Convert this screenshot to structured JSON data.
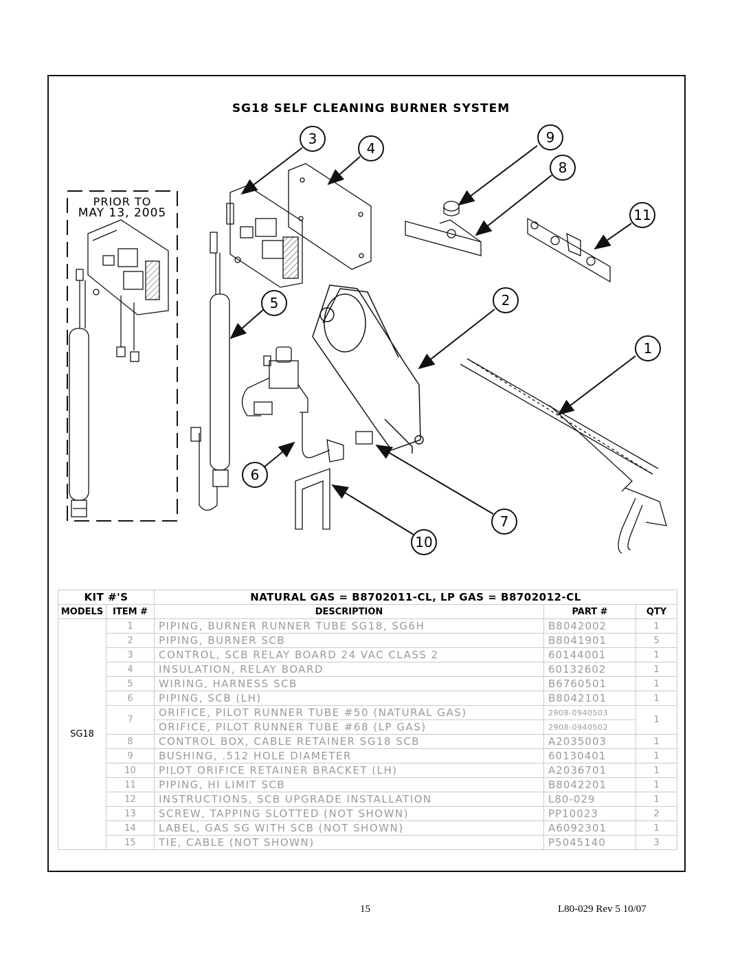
{
  "title": "SG18 SELF CLEANING BURNER SYSTEM",
  "prior_box": {
    "line1": "PRIOR TO",
    "line2": "MAY 13, 2005"
  },
  "callouts": [
    "3",
    "4",
    "9",
    "8",
    "11",
    "5",
    "2",
    "1",
    "6",
    "7",
    "10"
  ],
  "table": {
    "kit_label": "KIT #'S",
    "kit_value": "NATURAL GAS = B8702011-CL, LP GAS = B8702012-CL",
    "headers": {
      "models": "MODELS",
      "item": "ITEM #",
      "description": "DESCRIPTION",
      "part": "PART #",
      "qty": "QTY"
    },
    "model": "SG18",
    "rows": [
      {
        "item": "1",
        "description": "PIPING, BURNER RUNNER TUBE SG18, SG6H",
        "part": "B8042002",
        "qty": "1"
      },
      {
        "item": "2",
        "description": "PIPING, BURNER SCB",
        "part": "B8041901",
        "qty": "5"
      },
      {
        "item": "3",
        "description": "CONTROL, SCB RELAY BOARD 24 VAC CLASS 2",
        "part": "60144001",
        "qty": "1"
      },
      {
        "item": "4",
        "description": "INSULATION, RELAY BOARD",
        "part": "60132602",
        "qty": "1"
      },
      {
        "item": "5",
        "description": "WIRING, HARNESS SCB",
        "part": "B6760501",
        "qty": "1"
      },
      {
        "item": "6",
        "description": "PIPING, SCB (LH)",
        "part": "B8042101",
        "qty": "1"
      },
      {
        "item": "7",
        "description": "ORIFICE, PILOT RUNNER TUBE #50 (NATURAL GAS)",
        "part": "2908-0940503",
        "qty": "1"
      },
      {
        "item": "",
        "description": "ORIFICE, PILOT RUNNER TUBE #68 (LP GAS)",
        "part": "2908-0940502",
        "qty": ""
      },
      {
        "item": "8",
        "description": "CONTROL BOX, CABLE RETAINER SG18 SCB",
        "part": "A2035003",
        "qty": "1"
      },
      {
        "item": "9",
        "description": "BUSHING, .512 HOLE DIAMETER",
        "part": "60130401",
        "qty": "1"
      },
      {
        "item": "10",
        "description": "PILOT ORIFICE RETAINER BRACKET (LH)",
        "part": "A2036701",
        "qty": "1"
      },
      {
        "item": "11",
        "description": "PIPING, HI LIMIT SCB",
        "part": "B8042201",
        "qty": "1"
      },
      {
        "item": "12",
        "description": "INSTRUCTIONS, SCB UPGRADE INSTALLATION",
        "part": "L80-029",
        "qty": "1"
      },
      {
        "item": "13",
        "description": "SCREW, TAPPING SLOTTED (NOT SHOWN)",
        "part": "PP10023",
        "qty": "2"
      },
      {
        "item": "14",
        "description": "LABEL, GAS SG WITH SCB (NOT SHOWN)",
        "part": "A6092301",
        "qty": "1"
      },
      {
        "item": "15",
        "description": "TIE, CABLE (NOT SHOWN)",
        "part": "P5045140",
        "qty": "3"
      }
    ]
  },
  "footer": {
    "page": "15",
    "doc": "L80-029 Rev 5 10/07"
  }
}
